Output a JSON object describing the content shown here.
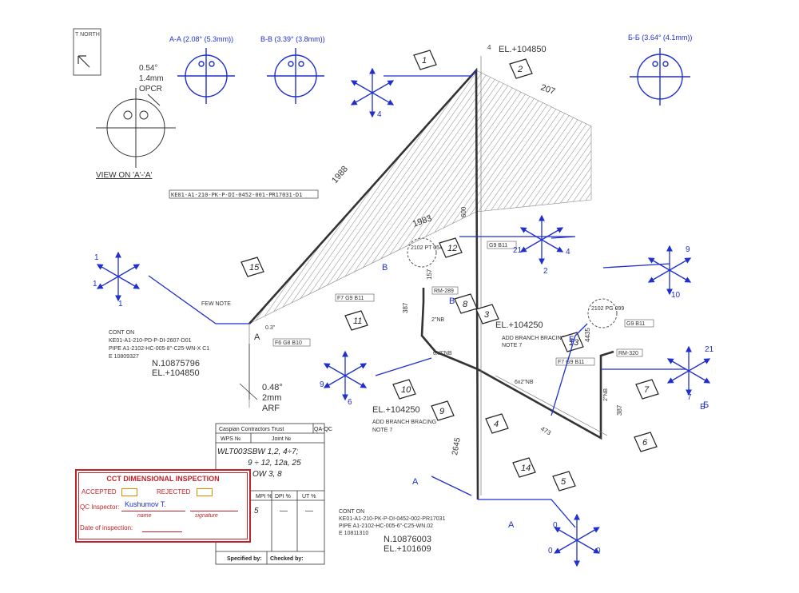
{
  "sections": {
    "aa": "A-A (2.08° (5.3mm))",
    "vv": "B-B (3.39° (3.8mm))",
    "bb": "Б-Б (3.64° (4.1mm))"
  },
  "north": "T NORTH",
  "view": {
    "angle": "0.54°",
    "mm": "1.4mm",
    "code": "OPCR",
    "label": "VIEW ON 'A'-'A'"
  },
  "elevations": {
    "top_el": "EL.+104850",
    "top_ref": "4",
    "mid_el1": "EL.+104250",
    "mid_el2": "EL.+104250",
    "el_left": "EL.+104850",
    "n_left": "N.10875796",
    "el_bottom": "EL.+101609",
    "n_bottom": "N.10876003"
  },
  "dims": {
    "d1988": "1988",
    "d1983": "1983",
    "d207": "207",
    "d600": "600",
    "d2645": "2645",
    "d473": "473",
    "d4435": "4435",
    "d387a": "387",
    "d387b": "387",
    "d157": "157"
  },
  "tags": {
    "t1": "1",
    "t2": "2",
    "t3": "3",
    "t4": "4",
    "t5": "5",
    "t6": "6",
    "t7": "7",
    "t8": "8",
    "t9": "9",
    "t10": "10",
    "t11": "11",
    "t12": "12",
    "t13": "13",
    "t14": "14",
    "t15": "15"
  },
  "drawing_refs": {
    "ref_top": "KE01-A1-210-PK-P-DI-0452-001-PR17031-D1",
    "cont_left1": "CONT ON",
    "cont_left2": "KE01-A1-210-PD-P-DI-2607-D01",
    "cont_left3": "PIPE A1-2102-HC-005-8\"-C25-WN-X C1",
    "cont_left4": "E 10809327",
    "cont_bot1": "CONT ON",
    "cont_bot2": "KE01-A1-210-PK-P-DI-0452-002-PR17031",
    "cont_bot3": "PIPE A1-2102-HC-005-6\"-C25-WN.02",
    "cont_bot4": "E 10811310"
  },
  "small": {
    "f6": "F6 G8 B10",
    "f7": "F7 G9 B11",
    "g9": "G9 B11",
    "g9b": "G9 B11",
    "f7b": "F7 G9 B11",
    "rm289": "RM-289",
    "rm320": "RM-320",
    "nb2": "2\"NB",
    "nb6": "6x2\"NB",
    "nb6b": "6x2\"NB",
    "nb2b": "2\"NB",
    "pt": "2102 PT 054",
    "pg": "2102 PG 099",
    "branch": "ADD BRANCH BRACING",
    "note7": "NOTE 7",
    "branch2": "ADD BRANCH BRACING",
    "note72": "NOTE 7",
    "few": "FEW NOTE",
    "e_top": "0.3\""
  },
  "arf": {
    "angle": "0.48°",
    "mm": "2mm",
    "code": "ARF"
  },
  "compass_labels": {
    "c1a": "1",
    "c1b": "1",
    "c1c": "1",
    "c9a": "9",
    "c6a": "6",
    "c4a": "4",
    "c21a": "21",
    "c2a": "2",
    "c4b": "4",
    "c9b": "9",
    "c10": "10",
    "c21b": "21",
    "c7": "7",
    "cb": "Б",
    "c0a": "0",
    "c0b": "0",
    "c0c": "0"
  },
  "marks": {
    "a_left": "A",
    "a_bottom": "A",
    "a_bottom2": "A",
    "b1": "B",
    "b2": "B",
    "b3": "Б",
    "b4": "Б"
  },
  "table": {
    "company": "Caspian Contractors Trust",
    "qa": "QA-QC",
    "wps": "WPS №",
    "joint": "Joint №",
    "hw1": "WLT003SBW 1,2, 4÷7;",
    "hw2": "9 ÷ 12, 12a, 25",
    "hw3": "OW 3, 8",
    "mpi": "MPI %",
    "dpi": "DPI %",
    "ut": "UT %",
    "v_mpi": "5",
    "v_dpi": "—",
    "v_ut": "—",
    "spec": "Specified by:",
    "checked": "Checked by:"
  },
  "stamp": {
    "title": "CCT   DIMENSIONAL INSPECTION",
    "accepted": "ACCEPTED",
    "rejected": "REJECTED",
    "qc": "QC Inspector:",
    "inspector": "Kushumov T.",
    "name": "name",
    "signature": "signature",
    "date": "Date of inspection:"
  },
  "colors": {
    "ink": "#1f2fd0",
    "pencil": "#3a3a3a",
    "stamp": "#c0222a"
  }
}
